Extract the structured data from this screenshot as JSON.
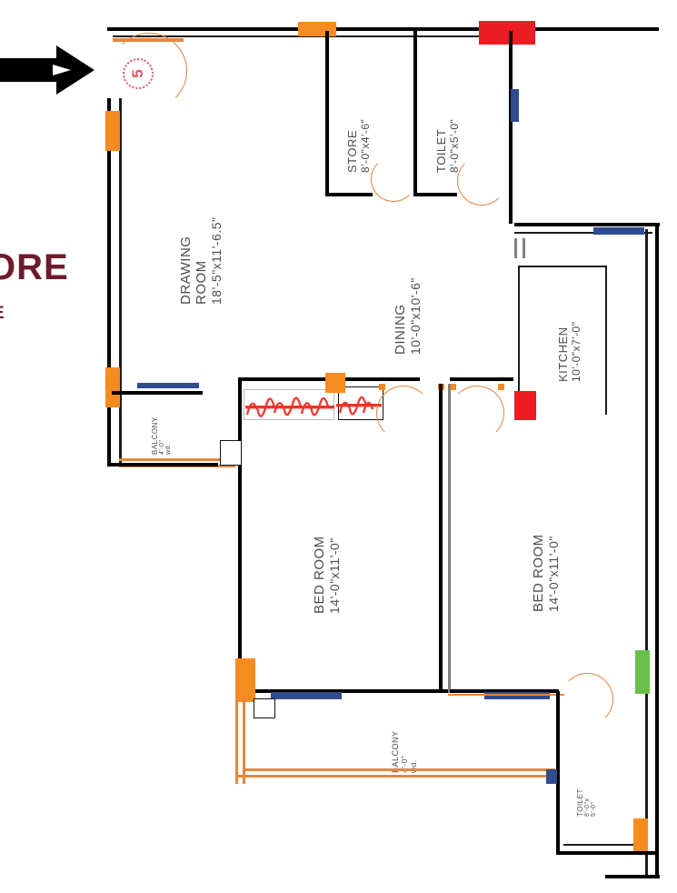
{
  "drawing": {
    "type": "architectural-floor-plan",
    "title_fragment": "ORE",
    "subtitle_fragment": "E",
    "entrance_marker": "5",
    "colors": {
      "wall": "#000000",
      "column_marker": "#F68B1F",
      "door_marker_red": "#ED1C24",
      "door_marker_green": "#6ABF4B",
      "window_marker": "#2E4C8E",
      "door_swing": "#E0843C",
      "balcony_rail": "#E8863A",
      "annotation_red": "#F0322B",
      "label_text": "#4D4D4D",
      "side_text": "#6E1B2E"
    }
  },
  "rooms": [
    {
      "id": "drawing-room",
      "name": "DRAWING",
      "name2": "ROOM",
      "dimension": "18'-5\"x11'-6.5\""
    },
    {
      "id": "store",
      "name": "STORE",
      "dimension": "8'-0\"x4'-6\""
    },
    {
      "id": "toilet-top",
      "name": "TOILET",
      "dimension": "8'-0\"x5'-0\""
    },
    {
      "id": "dining",
      "name": "DINING",
      "dimension": "10'-0\"x10'-6\""
    },
    {
      "id": "kitchen",
      "name": "KITCHEN",
      "dimension": "10'-0\"x7'-0\""
    },
    {
      "id": "bedroom-left",
      "name": "BED ROOM",
      "dimension": "14'-0\"x11'-0\""
    },
    {
      "id": "bedroom-right",
      "name": "BED ROOM",
      "dimension": "14'-0\"x11'-0\""
    },
    {
      "id": "balcony-left",
      "name": "BALCONY",
      "dimension": "4'-0\"",
      "note": "wd."
    },
    {
      "id": "balcony-bottom",
      "name": "BALCONY",
      "dimension": "4'-0\"",
      "note": "wd."
    },
    {
      "id": "toilet-bottom",
      "name": "TOILET",
      "dimension": "8'-0\"x",
      "dimension2": "5'-0\""
    }
  ],
  "annotations": {
    "entrance_arrow": "entrance-direction-arrow",
    "entrance_label": "5",
    "struck_out_note": "crossed-out-wardrobe-block"
  }
}
